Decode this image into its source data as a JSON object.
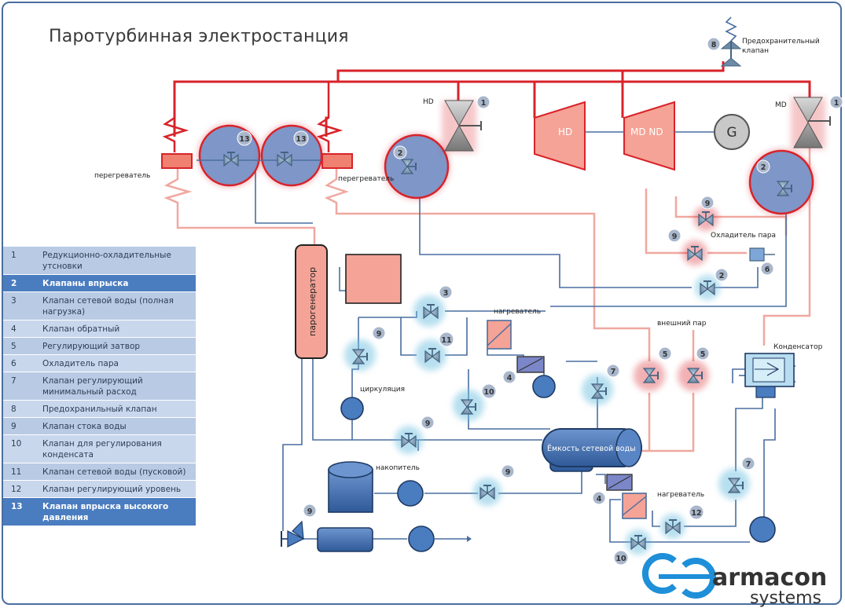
{
  "title": "Паротурбинная электростанция",
  "legend": [
    {
      "num": "1",
      "text": "Редукционно-охладительные утсновки",
      "highlight": false
    },
    {
      "num": "2",
      "text": "Клапаны впрыска",
      "highlight": true
    },
    {
      "num": "3",
      "text": "Клапан сетевой воды (полная нагрузка)",
      "highlight": false
    },
    {
      "num": "4",
      "text": "Клапан обратный",
      "highlight": false
    },
    {
      "num": "5",
      "text": "Регулирующий затвор",
      "highlight": false
    },
    {
      "num": "6",
      "text": "Охладитель пара",
      "highlight": false
    },
    {
      "num": "7",
      "text": "Клапан регулирующий минимальный расход",
      "highlight": false
    },
    {
      "num": "8",
      "text": "Предохранильный клапан",
      "highlight": false
    },
    {
      "num": "9",
      "text": "Клапан стока воды",
      "highlight": false
    },
    {
      "num": "10",
      "text": "Клапан для регулирования конденсата",
      "highlight": false
    },
    {
      "num": "11",
      "text": "Клапан сетевой воды (пусковой)",
      "highlight": false
    },
    {
      "num": "12",
      "text": "Клапан регулирующий уровень",
      "highlight": false
    },
    {
      "num": "13",
      "text": "Клапан впрыска высокого давления",
      "highlight": true
    }
  ],
  "labels": {
    "safety_valve": [
      "Предохранительный",
      "клапан"
    ],
    "superheater_left": "перегреватель",
    "superheater_right": "перегреватель",
    "hd_label": "HD",
    "md_label": "MD",
    "turbine_hd": "HD",
    "turbine_mdnd": "MD  ND",
    "generator": "G",
    "steam_generator": "парогенератор",
    "steam_cooler": "Охладитель пара",
    "heater_top": "нагреватель",
    "external_steam": "внешний пар",
    "condenser": "Конденсатор",
    "circulation": "циркуляция",
    "tank": "Ёмкость сетевой воды",
    "accumulator": "накопитель",
    "heater_bottom": "нагреватель"
  },
  "badges": {
    "b8": "8",
    "b1a": "1",
    "b1b": "1",
    "b13a": "13",
    "b13b": "13",
    "b2a": "2",
    "b2b": "2",
    "b2c": "2",
    "b9a": "9",
    "b9b": "9",
    "b9c": "9",
    "b9d": "9",
    "b9e": "9",
    "b9f": "9",
    "b6": "6",
    "b3": "3",
    "b11": "11",
    "b4a": "4",
    "b4b": "4",
    "b7a": "7",
    "b7b": "7",
    "b10a": "10",
    "b10b": "10",
    "b5a": "5",
    "b5b": "5",
    "b12": "12"
  },
  "logo": {
    "word1": "armacon",
    "word2": "systems"
  },
  "colors": {
    "steam": "#d8232a",
    "water": "#4a6ea0",
    "pink": "#f0a8a0",
    "accent": "#4a7cc0"
  }
}
